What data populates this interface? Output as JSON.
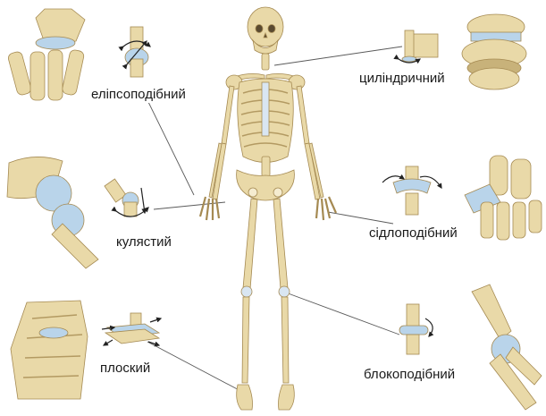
{
  "labels": {
    "ellipsoid": "еліпсоподібний",
    "cylindrical": "циліндричний",
    "ball": "кулястий",
    "saddle": "сідлоподібний",
    "flat": "плоский",
    "hinge": "блокоподібний"
  },
  "colors": {
    "bone": "#e9d9a8",
    "bone_shadow": "#c8b27a",
    "bone_outline": "#a58a52",
    "cartilage": "#b9d4ea",
    "pointer_line": "#5a5a5a",
    "arrow": "#222222"
  },
  "icons": [
    "skeleton",
    "wrist-joint",
    "shoulder-joint",
    "foot-joint",
    "vertebra",
    "hand-joint",
    "elbow-joint"
  ]
}
